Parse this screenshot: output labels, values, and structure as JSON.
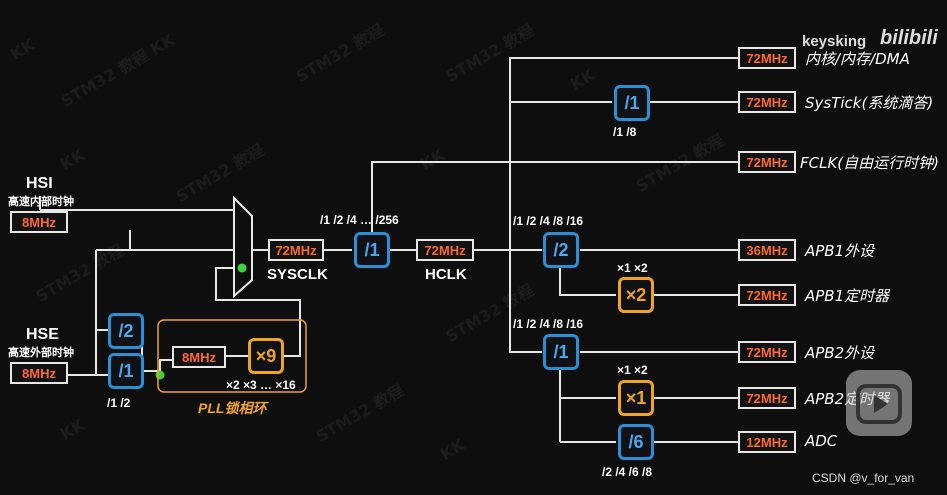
{
  "brand": {
    "channel": "keysking",
    "site": "bilibili"
  },
  "watermark": {
    "logo": "KK",
    "text": "STM32 教程",
    "name": "keysking"
  },
  "credit": "CSDN @v_for_van",
  "sources": {
    "hsi": {
      "name": "HSI",
      "desc": "高速内部时钟",
      "freq": "8MHz"
    },
    "hse": {
      "name": "HSE",
      "desc": "高速外部时钟",
      "freq": "8MHz"
    }
  },
  "hse_prediv": {
    "div2": "/2",
    "div1": "/1",
    "options": "/1  /2"
  },
  "pll": {
    "input_freq": "8MHz",
    "multiplier": "×9",
    "options": "×2 ×3 … ×16",
    "label": "PLL锁相环"
  },
  "sysclk": {
    "freq": "72MHz",
    "label": "SYSCLK"
  },
  "ahb": {
    "options": "/1 /2 /4  … /256",
    "divider": "/1"
  },
  "hclk": {
    "freq": "72MHz",
    "label": "HCLK"
  },
  "systick_div": {
    "value": "/1",
    "options": "/1  /8"
  },
  "apb1": {
    "options": "/1 /2 /4 /8 /16",
    "divider": "/2",
    "timer_mult": "×2",
    "timer_mult_options": "×1 ×2"
  },
  "apb2": {
    "options": "/1 /2 /4 /8 /16",
    "divider": "/1",
    "timer_mult": "×1",
    "timer_mult_options": "×1 ×2"
  },
  "adc_div": {
    "value": "/6",
    "options": "/2 /4 /6 /8"
  },
  "outputs": [
    {
      "freq": "72MHz",
      "label": "内核/内存/DMA"
    },
    {
      "freq": "72MHz",
      "label": "SysTick(系统滴答)"
    },
    {
      "freq": "72MHz",
      "label": "FCLK(自由运行时钟)"
    },
    {
      "freq": "36MHz",
      "label": "APB1外设"
    },
    {
      "freq": "72MHz",
      "label": "APB1定时器"
    },
    {
      "freq": "72MHz",
      "label": "APB2外设"
    },
    {
      "freq": "72MHz",
      "label": "APB2定时器"
    },
    {
      "freq": "12MHz",
      "label": "ADC"
    }
  ],
  "colors": {
    "divider": "#2b8fd6",
    "multiplier": "#f0a424",
    "freq_text": "#ff6a2a",
    "wire": "#e8e8e8",
    "mux_select": "#3ed13e"
  }
}
